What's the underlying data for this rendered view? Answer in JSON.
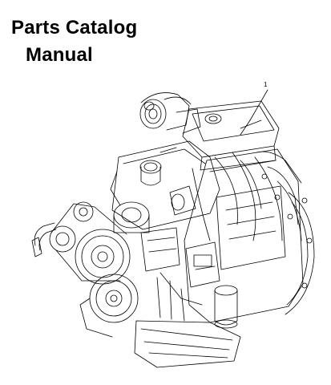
{
  "document": {
    "title_line1": "Parts Catalog",
    "title_line2": "Manual",
    "callout_number": "1"
  },
  "illustration": {
    "subject": "engine-assembly-line-drawing",
    "stroke_color": "#000000",
    "background_color": "#ffffff"
  }
}
